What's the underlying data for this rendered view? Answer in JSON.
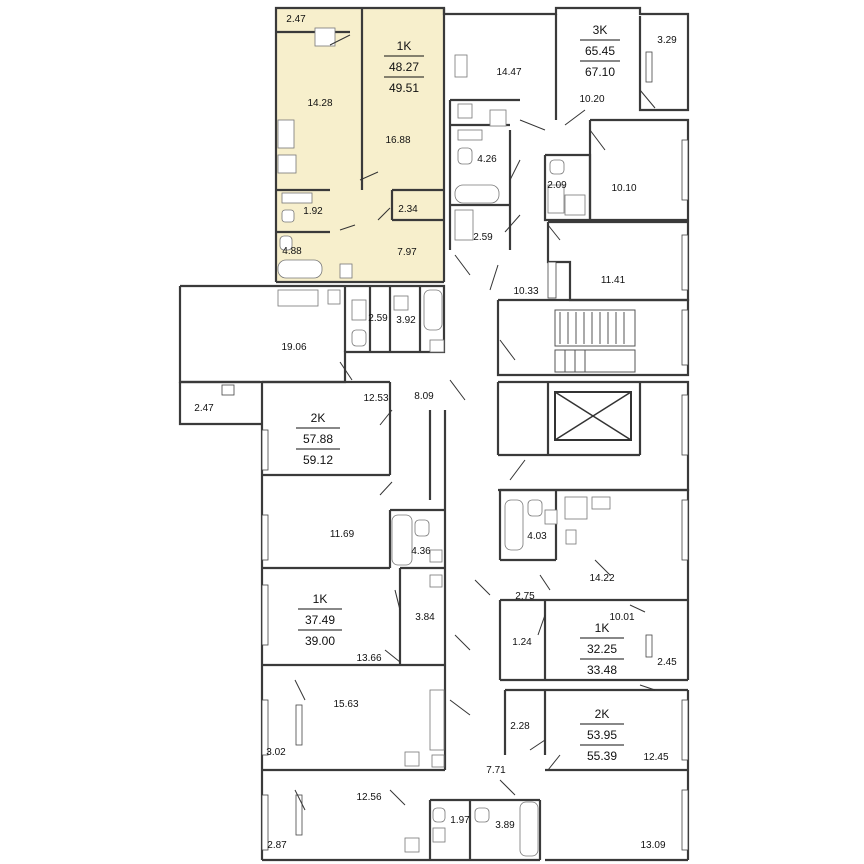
{
  "colors": {
    "highlight": "#f7efcc",
    "wall": "#3a3a3a",
    "background": "#ffffff"
  },
  "apartments": {
    "a1": {
      "type": "1K",
      "area": "48.27",
      "total": "49.51"
    },
    "a2": {
      "type": "3K",
      "area": "65.45",
      "total": "67.10"
    },
    "a3": {
      "type": "2K",
      "area": "57.88",
      "total": "59.12"
    },
    "a4": {
      "type": "1K",
      "area": "37.49",
      "total": "39.00"
    },
    "a5": {
      "type": "1K",
      "area": "32.25",
      "total": "33.48"
    },
    "a6": {
      "type": "2K",
      "area": "53.95",
      "total": "55.39"
    }
  },
  "rooms": {
    "r1": "2.47",
    "r2": "14.28",
    "r3": "16.88",
    "r4": "1.92",
    "r5": "2.34",
    "r6": "4.88",
    "r7": "7.97",
    "r8": "14.47",
    "r9": "3.29",
    "r10": "10.20",
    "r11": "4.26",
    "r12": "2.09",
    "r13": "10.10",
    "r14": "2.59",
    "r15": "10.33",
    "r16": "11.41",
    "r17": "2.59",
    "r18": "3.92",
    "r19": "19.06",
    "r20": "2.47",
    "r21": "8.09",
    "r22": "12.53",
    "r23": "11.69",
    "r24": "4.36",
    "r25": "3.84",
    "r26": "13.66",
    "r27": "4.03",
    "r28": "14.22",
    "r29": "2.75",
    "r30": "10.01",
    "r31": "1.24",
    "r32": "2.45",
    "r33": "15.63",
    "r34": "2.28",
    "r35": "3.02",
    "r36": "7.71",
    "r37": "12.45",
    "r38": "12.56",
    "r39": "1.97",
    "r40": "3.89",
    "r41": "2.87",
    "r42": "13.09"
  }
}
